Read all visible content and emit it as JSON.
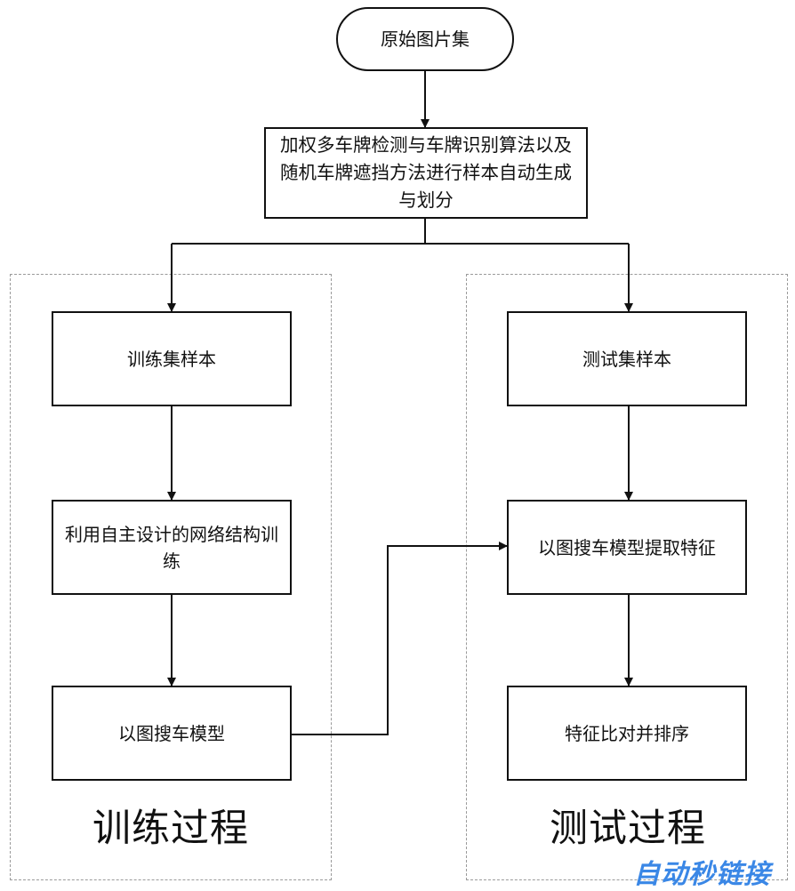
{
  "nodes": {
    "source": "原始图片集",
    "generate": "加权多车牌检测与车牌识别算法以及随机车牌遮挡方法进行样本自动生成与划分",
    "train_samples": "训练集样本",
    "train_network": "利用自主设计的网络结构训练",
    "model": "以图搜车模型",
    "test_samples": "测试集样本",
    "extract": "以图搜车模型提取特征",
    "rank": "特征比对并排序"
  },
  "groups": {
    "train": "训练过程",
    "test": "测试过程"
  },
  "watermark": "自动秒链接"
}
